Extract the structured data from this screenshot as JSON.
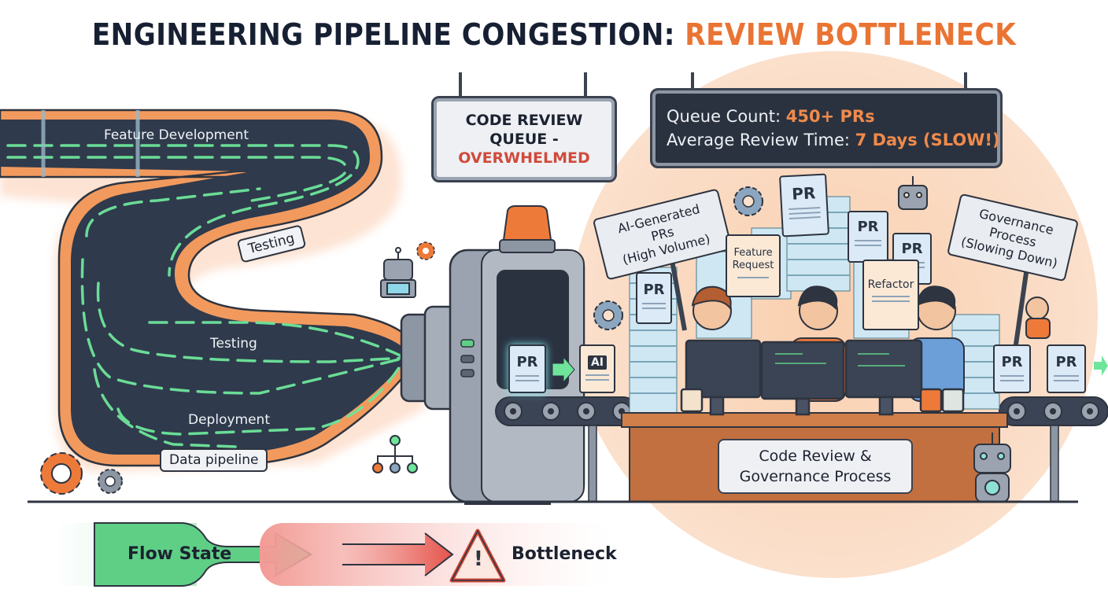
{
  "title": {
    "main": "ENGINEERING PIPELINE CONGESTION: ",
    "accent": "REVIEW BOTTLENECK"
  },
  "colors": {
    "title_dark": "#172033",
    "accent_orange": "#ea7433",
    "alert_red": "#d04a3a",
    "pipe_orange": "#f3a06a",
    "flow_green": "#6ee59a",
    "slate": "#2a3240"
  },
  "pipeline": {
    "stages": [
      {
        "label": "Feature Development"
      },
      {
        "label": "Testing"
      },
      {
        "label": "Testing"
      },
      {
        "label": "Deployment"
      },
      {
        "label": "Data pipeline"
      }
    ]
  },
  "queue_sign": {
    "line1": "CODE REVIEW",
    "line2": "QUEUE -",
    "line3": "OVERWHELMED"
  },
  "stats_sign": {
    "queue_label": "Queue Count: ",
    "queue_value": "450+ PRs",
    "time_label": "Average Review Time: ",
    "time_value": "7 Days (SLOW!)"
  },
  "pickets": {
    "left": {
      "line1": "AI-Generated PRs",
      "line2": "(High Volume)"
    },
    "right": {
      "line1": "Governance",
      "line2": "Process",
      "line3": "(Slowing Down)"
    }
  },
  "documents": {
    "pr": "PR",
    "ai": "AI",
    "feature": "Feature Request",
    "refactor": "Refactor"
  },
  "desk": {
    "line1": "Code Review &",
    "line2": "Governance Process"
  },
  "legend": {
    "flow": "Flow State",
    "bottleneck": "Bottleneck",
    "warning_glyph": "!"
  },
  "icons": [
    "gear-icon",
    "robot-icon",
    "hierarchy-icon",
    "alarm-light-icon",
    "coffee-mug-icon",
    "monitor-icon",
    "warning-icon",
    "arrow-right-icon"
  ]
}
